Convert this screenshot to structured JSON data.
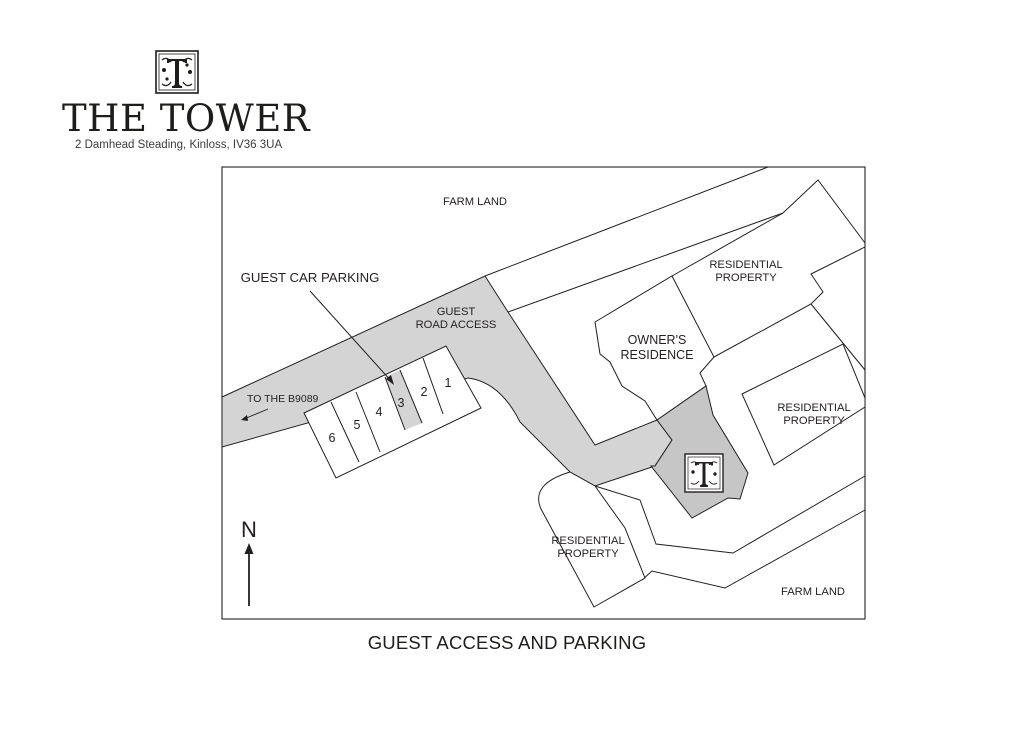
{
  "brand": {
    "title": "THE TOWER",
    "address": "2 Damhead Steading, Kinloss, IV36 3UA",
    "logo_icon": "ornamental-letter-t-logo-icon"
  },
  "map": {
    "labels": {
      "farm_land_north": "FARM LAND",
      "farm_land_south": "FARM LAND",
      "guest_car_parking": "GUEST CAR PARKING",
      "guest_road_access_line1": "GUEST",
      "guest_road_access_line2": "ROAD ACCESS",
      "to_b9089": "TO THE B9089",
      "owners_residence_line1": "OWNER'S",
      "owners_residence_line2": "RESIDENCE",
      "residential_ne_line1": "RESIDENTIAL",
      "residential_ne_line2": "PROPERTY",
      "residential_e_line1": "RESIDENTIAL",
      "residential_e_line2": "PROPERTY",
      "residential_s_line1": "RESIDENTIAL",
      "residential_s_line2": "PROPERTY",
      "north": "N"
    },
    "parking_spaces": [
      "1",
      "2",
      "3",
      "4",
      "5",
      "6"
    ],
    "highlighted_space": "3",
    "icons": [
      "north-arrow-icon",
      "direction-arrow-icon",
      "tower-location-icon"
    ],
    "colors": {
      "road": "#d4d4d5",
      "tower_building": "#c6c6c7",
      "outline": "#231f20",
      "background": "#ffffff"
    }
  },
  "caption": "GUEST ACCESS AND PARKING"
}
